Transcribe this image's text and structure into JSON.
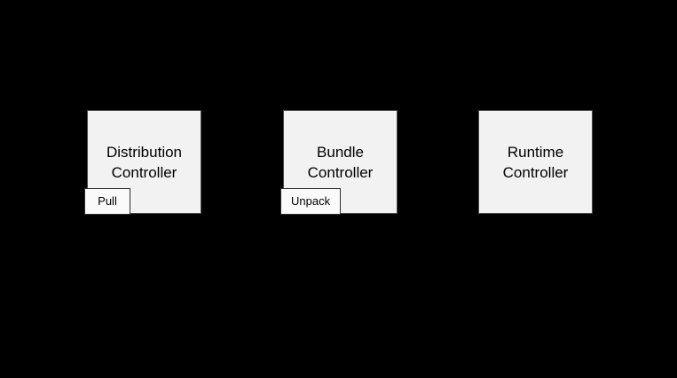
{
  "diagram": {
    "colors": {
      "background": "#000000",
      "node_fill": "#f2f2f2",
      "node_border": "#4a4a4a",
      "badge_fill": "#fafafa",
      "badge_border": "#2e2e2e",
      "text": "#000000"
    },
    "nodes": [
      {
        "label": "Distribution Controller",
        "operation": "Pull"
      },
      {
        "label": "Bundle Controller",
        "operation": "Unpack"
      },
      {
        "label": "Runtime Controller"
      }
    ]
  }
}
